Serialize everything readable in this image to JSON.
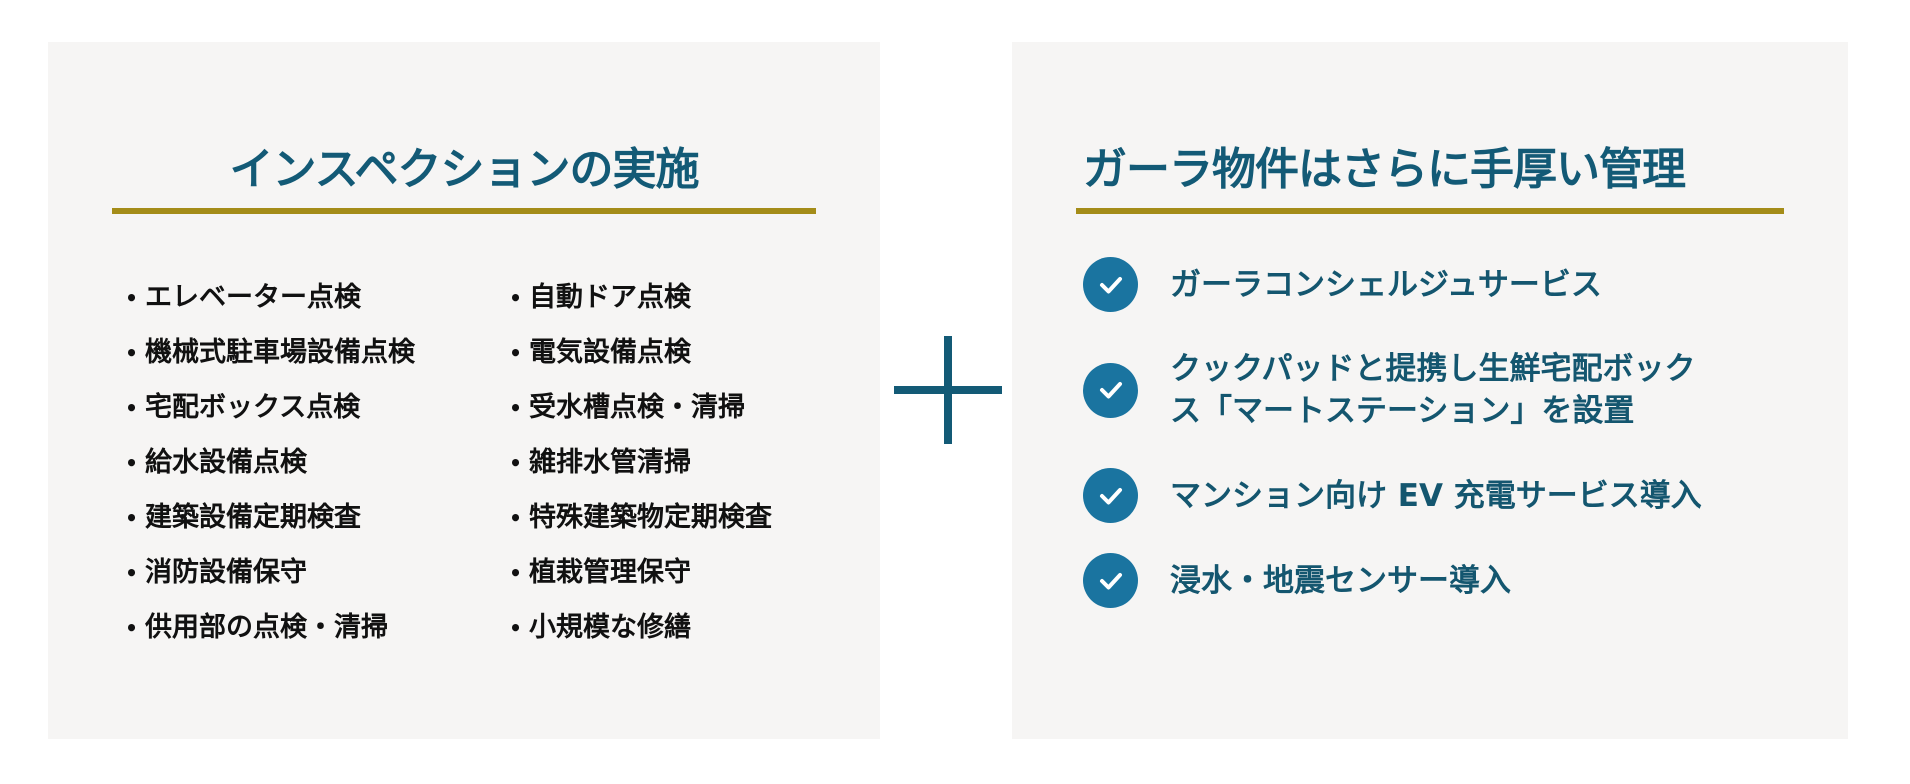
{
  "left_panel": {
    "title": "インスペクションの実施",
    "bullet_glyph": "・",
    "column_1": [
      "エレベーター点検",
      "機械式駐車場設備点検",
      "宅配ボックス点検",
      "給水設備点検",
      "建築設備定期検査",
      "消防設備保守",
      "供用部の点検・清掃"
    ],
    "column_2": [
      "自動ドア点検",
      "電気設備点検",
      "受水槽点検・清掃",
      "雑排水管清掃",
      "特殊建築物定期検査",
      "植栽管理保守",
      "小規模な修繕"
    ]
  },
  "connector": {
    "icon": "plus-icon"
  },
  "right_panel": {
    "title": "ガーラ物件はさらに手厚い管理",
    "items": [
      {
        "icon": "check-circle-icon",
        "lines": [
          "ガーラコンシェルジュサービス"
        ]
      },
      {
        "icon": "check-circle-icon",
        "lines": [
          "クックパッドと提携し生鮮宅配ボック",
          "ス「マートステーション」を設置"
        ]
      },
      {
        "icon": "check-circle-icon",
        "lines": [
          "マンション向け EV 充電サービス導入"
        ]
      },
      {
        "icon": "check-circle-icon",
        "lines": [
          "浸水・地震センサー導入"
        ]
      }
    ]
  },
  "colors": {
    "title_blue": "#135a76",
    "underline_gold": "#a48c18",
    "panel_bg": "#f6f5f4",
    "check_circle": "#1a74a0",
    "item_text_blue": "#14566f",
    "bullet_text": "#111111"
  }
}
